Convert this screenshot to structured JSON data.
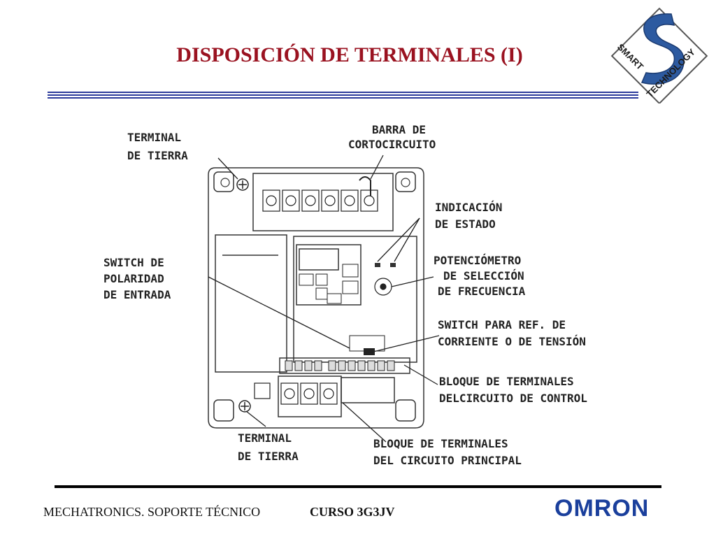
{
  "slide": {
    "title": "DISPOSICIÓN DE TERMINALES (I)",
    "accent_color": "#9a1220",
    "rule_color": "#2b3a9c"
  },
  "logo": {
    "line1": "SMART",
    "line2": "TECHNOLOGY",
    "color": "#2d5aa0"
  },
  "labels": {
    "terminal_tierra_top": [
      "TERMINAL",
      "DE TIERRA"
    ],
    "barra": [
      "BARRA DE",
      "CORTOCIRCUITO"
    ],
    "indicacion": [
      "INDICACIÓN",
      "DE ESTADO"
    ],
    "switch_polaridad": [
      "SWITCH DE",
      "POLARIDAD",
      "DE ENTRADA"
    ],
    "potenciometro": [
      "POTENCIÓMETRO",
      "DE SELECCIÓN",
      "DE FRECUENCIA"
    ],
    "switch_ref": [
      "SWITCH PARA REF. DE",
      "CORRIENTE O DE TENSIÓN"
    ],
    "bloque_control": [
      "BLOQUE DE TERMINALES",
      "DELCIRCUITO DE CONTROL"
    ],
    "terminal_tierra_bottom": [
      "TERMINAL",
      "DE TIERRA"
    ],
    "bloque_principal": [
      "BLOQUE DE TERMINALES",
      "DEL CIRCUITO PRINCIPAL"
    ]
  },
  "footer": {
    "left": "MECHATRONICS. SOPORTE TÉCNICO",
    "course": "CURSO 3G3JV",
    "brand": "OMRON",
    "brand_color": "#1a3f9c"
  }
}
